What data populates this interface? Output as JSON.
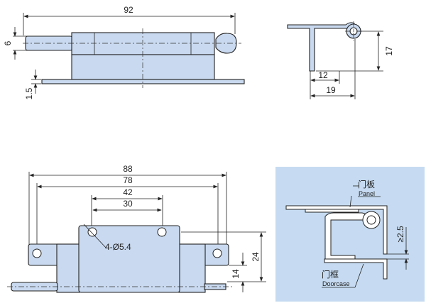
{
  "top_view": {
    "dim_length": "92",
    "dim_pin_dia": "6",
    "dim_plate_thickness": "1.5"
  },
  "side_view": {
    "dim_height": "17",
    "dim_inner_width": "12",
    "dim_outer_width": "19"
  },
  "front_view": {
    "dim_88": "88",
    "dim_78": "78",
    "dim_42": "42",
    "dim_30": "30",
    "hole_callout": "4-Ø5.4",
    "dim_14": "14",
    "dim_24": "24"
  },
  "installation_view": {
    "panel_label_cn": "门板",
    "panel_label_en": "Panel",
    "doorcase_label_cn": "门框",
    "doorcase_label_en": "Doorcase",
    "gap_dim": "≥2.5",
    "background_color": "#c6dbf1"
  }
}
